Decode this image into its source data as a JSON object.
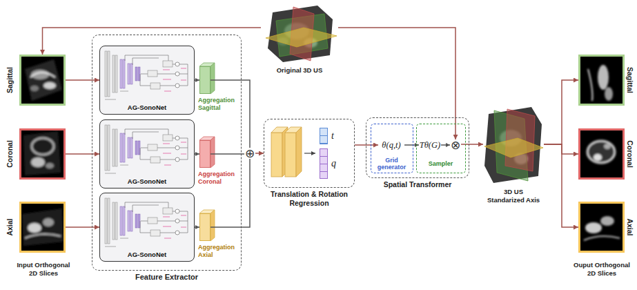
{
  "diagram": {
    "nodes": [
      {
        "text": [
          "Sagittal"
        ]
      },
      {
        "text": [
          "Coronal"
        ]
      },
      {
        "text": [
          "Axial"
        ]
      },
      {
        "text": [
          "Feature Extractor"
        ]
      },
      {
        "text": [
          "AG-SonoNet"
        ],
        "in": 3
      },
      {
        "text": [
          "Aggregation Sagittal"
        ],
        "in": 3
      },
      {
        "text": [
          "AG-SonoNet"
        ],
        "in": 3
      },
      {
        "text": [
          "Aggregation Coronal"
        ],
        "in": 3
      },
      {
        "text": [
          "AG-SonoNet"
        ],
        "in": 3
      },
      {
        "text": [
          "Aggregation Axial"
        ],
        "in": 3
      },
      {
        "text": [
          "⊕"
        ]
      },
      {
        "text": [
          "Original 3D US"
        ]
      },
      {
        "text": [
          "Translation & Rotation Regression"
        ]
      },
      {
        "text": [
          "t"
        ],
        "in": 12
      },
      {
        "text": [
          "q"
        ],
        "in": 12
      },
      {
        "text": [
          "Spatial Transformer"
        ]
      },
      {
        "text": [
          "Grid generator"
        ],
        "in": 15
      },
      {
        "text": [
          "θ(q,t)"
        ],
        "in": 16
      },
      {
        "text": [
          "Sampler"
        ],
        "in": 15
      },
      {
        "text": [
          "Tθ(G)"
        ],
        "in": 18
      },
      {
        "text": [
          "⊗"
        ],
        "in": 18
      },
      {
        "text": [
          "3D US Standarized Axis"
        ]
      },
      {
        "text": [
          "Sagittal"
        ]
      },
      {
        "text": [
          "Coronal"
        ]
      },
      {
        "text": [
          "Axial"
        ]
      }
    ],
    "edges": [
      {
        "from": 11,
        "to": 0,
        "arrow": "to"
      },
      {
        "from": 0,
        "to": 4,
        "arrow": "to"
      },
      {
        "from": 1,
        "to": 6,
        "arrow": "to"
      },
      {
        "from": 2,
        "to": 8,
        "arrow": "to"
      },
      {
        "from": 4,
        "to": 5,
        "arrow": "to"
      },
      {
        "from": 6,
        "to": 7,
        "arrow": "to"
      },
      {
        "from": 8,
        "to": 9,
        "arrow": "to"
      },
      {
        "from": 5,
        "to": 10,
        "arrow": "none"
      },
      {
        "from": 7,
        "to": 10,
        "arrow": "none"
      },
      {
        "from": 9,
        "to": 10,
        "arrow": "none"
      },
      {
        "from": 10,
        "to": 12,
        "arrow": "to"
      },
      {
        "from": 12,
        "to": 17,
        "arrow": "to"
      },
      {
        "from": 17,
        "to": 19,
        "arrow": "to"
      },
      {
        "from": 19,
        "to": 20,
        "arrow": "to"
      },
      {
        "from": 11,
        "to": 20,
        "arrow": "to"
      },
      {
        "from": 20,
        "to": 21,
        "arrow": "to"
      },
      {
        "from": 21,
        "to": 22,
        "arrow": "to"
      },
      {
        "from": 21,
        "to": 23,
        "arrow": "to"
      },
      {
        "from": 21,
        "to": 24,
        "arrow": "to"
      }
    ],
    "labels": [
      "Input Orthogonal 2D Slices",
      "Ouput Orthogonal 2D Slices"
    ]
  }
}
